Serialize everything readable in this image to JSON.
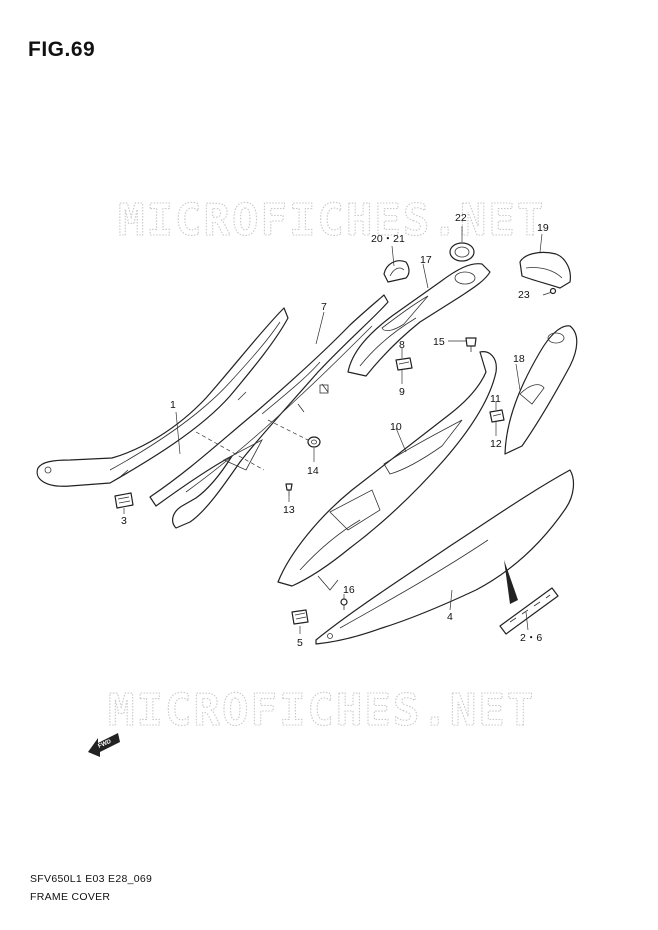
{
  "figure": {
    "title": "FIG.69"
  },
  "watermark": {
    "text": "MICROFICHES.NET"
  },
  "footer": {
    "model_code": "SFV650L1 E03 E28_069",
    "name": "FRAME COVER"
  },
  "fwd_arrow": {
    "text": "FWD"
  },
  "callouts": {
    "c1": "1",
    "c2_6": "2・6",
    "c3": "3",
    "c4": "4",
    "c5": "5",
    "c7": "7",
    "c8": "8",
    "c9": "9",
    "c10": "10",
    "c11": "11",
    "c12": "12",
    "c13": "13",
    "c14": "14",
    "c15": "15",
    "c16": "16",
    "c17": "17",
    "c18": "18",
    "c19": "19",
    "c20_21": "20・21",
    "c22": "22",
    "c23": "23"
  },
  "colors": {
    "line": "#222222",
    "watermark": "#c9c9c9",
    "background": "#ffffff"
  }
}
